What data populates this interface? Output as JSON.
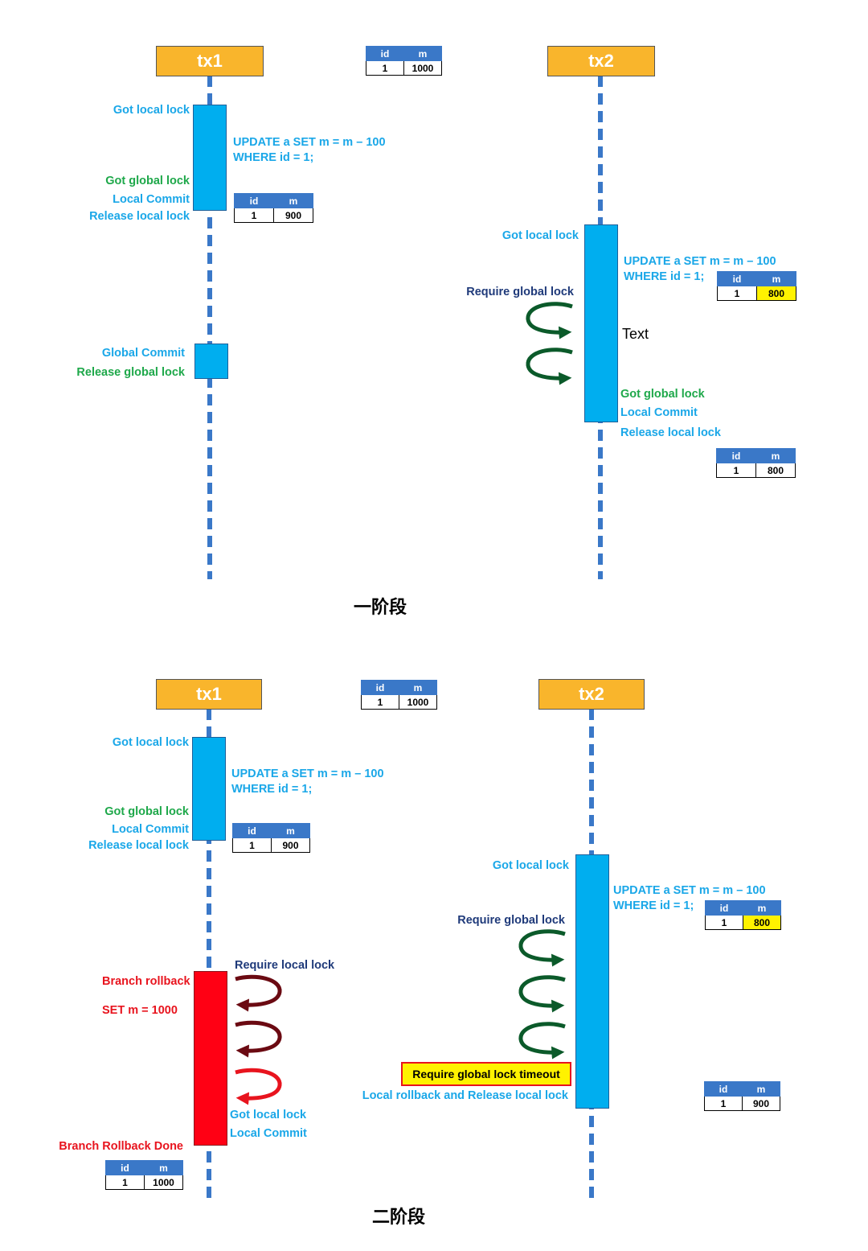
{
  "phase1": {
    "caption": "一阶段",
    "tx1": {
      "title": "tx1",
      "got_local_lock": "Got local lock",
      "update_line1": "UPDATE a SET m = m – 100",
      "update_line2": "WHERE id = 1;",
      "got_global_lock": "Got global lock",
      "local_commit": "Local Commit",
      "release_local_lock": "Release local lock",
      "global_commit": "Global Commit",
      "release_global_lock": "Release global lock",
      "table": {
        "h_id": "id",
        "h_m": "m",
        "id": "1",
        "m": "900"
      }
    },
    "top_table": {
      "h_id": "id",
      "h_m": "m",
      "id": "1",
      "m": "1000"
    },
    "tx2": {
      "title": "tx2",
      "got_local_lock": "Got local lock",
      "update_line1": "UPDATE a SET m = m – 100",
      "update_line2": "WHERE id = 1;",
      "require_global_lock": "Require global lock",
      "text_placeholder": "Text",
      "got_global_lock": "Got global lock",
      "local_commit": "Local Commit",
      "release_local_lock": "Release local lock",
      "table_a": {
        "h_id": "id",
        "h_m": "m",
        "id": "1",
        "m": "800"
      },
      "table_b": {
        "h_id": "id",
        "h_m": "m",
        "id": "1",
        "m": "800"
      }
    }
  },
  "phase2": {
    "caption": "二阶段",
    "tx1": {
      "title": "tx1",
      "got_local_lock": "Got local lock",
      "update_line1": "UPDATE a SET m = m – 100",
      "update_line2": "WHERE id = 1;",
      "got_global_lock": "Got global lock",
      "local_commit": "Local Commit",
      "release_local_lock": "Release local lock",
      "table": {
        "h_id": "id",
        "h_m": "m",
        "id": "1",
        "m": "900"
      },
      "require_local_lock": "Require local lock",
      "branch_rollback": "Branch rollback",
      "set_m": "SET m = 1000",
      "got_local_lock_2": "Got local lock",
      "local_commit_2": "Local Commit",
      "branch_rollback_done": "Branch Rollback Done",
      "final_table": {
        "h_id": "id",
        "h_m": "m",
        "id": "1",
        "m": "1000"
      }
    },
    "top_table": {
      "h_id": "id",
      "h_m": "m",
      "id": "1",
      "m": "1000"
    },
    "tx2": {
      "title": "tx2",
      "got_local_lock": "Got local lock",
      "update_line1": "UPDATE a SET m = m – 100",
      "update_line2": "WHERE id = 1;",
      "require_global_lock": "Require global lock",
      "timeout": "Require global lock timeout",
      "local_rollback": "Local rollback and Release local lock",
      "table_a": {
        "h_id": "id",
        "h_m": "m",
        "id": "1",
        "m": "800"
      },
      "table_b": {
        "h_id": "id",
        "h_m": "m",
        "id": "1",
        "m": "900"
      }
    }
  },
  "colors": {
    "lifeline": "#3a78c8",
    "tx_box": "#f9b52c",
    "bar": "#00aeef",
    "rollback_bar": "#ff0014",
    "text_cyan": "#1aa7e8",
    "text_green": "#1ea84a",
    "text_navy": "#1f3a7a",
    "text_red": "#e8141e",
    "highlight": "#fff200",
    "arrow_green": "#0b5a2a",
    "arrow_darkred": "#6b0a12",
    "arrow_red": "#e8141e"
  }
}
